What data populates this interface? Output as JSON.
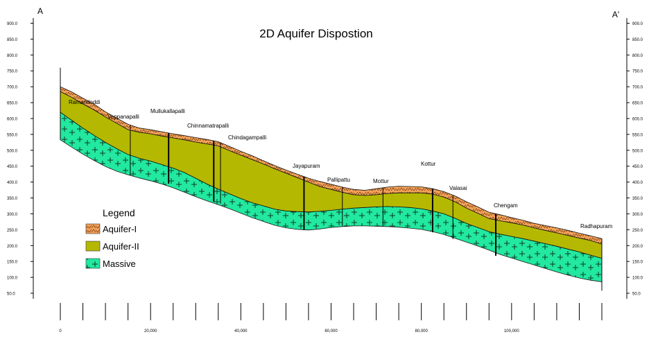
{
  "title": "2D Aquifer Dispostion",
  "section_start": "A",
  "section_end": "A'",
  "y_ticks": [
    900,
    850,
    800,
    750,
    700,
    650,
    600,
    550,
    500,
    450,
    400,
    350,
    300,
    250,
    200,
    150,
    100,
    50
  ],
  "y_tick_labels": [
    "900.0",
    "850.0",
    "800.0",
    "750.0",
    "700.0",
    "650.0",
    "600.0",
    "550.0",
    "500.0",
    "450.0",
    "400.0",
    "350.0",
    "300.0",
    "250.0",
    "200.0",
    "150.0",
    "100.0",
    "50.0"
  ],
  "x_ticks": [
    0,
    20000,
    40000,
    60000,
    80000,
    100000
  ],
  "x_tick_labels": [
    "0",
    "20,000",
    "40,000",
    "60,000",
    "80,000",
    "100,000"
  ],
  "legend": {
    "title": "Legend",
    "items": [
      {
        "label": "Aquifer-I",
        "color": "#f3a35a"
      },
      {
        "label": "Aquifer-II",
        "color": "#b5b800"
      },
      {
        "label": "Massive",
        "color": "#22e8a0"
      }
    ]
  },
  "colors": {
    "aquifer1": "#f3a35a",
    "aquifer2": "#b5b800",
    "massive": "#22e8a0",
    "massive_mark": "#0d3a24",
    "outline": "#000000"
  },
  "profile": {
    "x": [
      0,
      2500,
      5000,
      7500,
      10000,
      12500,
      15000,
      17500,
      20000,
      22500,
      25000,
      27500,
      30000,
      32500,
      35000,
      37500,
      40000,
      42500,
      45000,
      47500,
      50000,
      52500,
      55000,
      57500,
      60000,
      62500,
      65000,
      67500,
      70000,
      72500,
      75000,
      77500,
      80000,
      82500,
      85000,
      87500,
      90000,
      92500,
      95000,
      97500,
      100000,
      102500,
      105000,
      107500,
      110000,
      112500,
      115000,
      117500,
      120000
    ],
    "top": [
      700,
      684,
      664,
      645,
      621,
      601,
      582,
      570,
      565,
      558,
      552,
      546,
      540,
      534,
      527,
      512,
      497,
      483,
      467,
      452,
      438,
      425,
      412,
      402,
      393,
      384,
      377,
      374,
      379,
      384,
      387,
      386,
      385,
      379,
      370,
      356,
      338,
      322,
      305,
      297,
      288,
      280,
      270,
      263,
      256,
      248,
      239,
      231,
      222
    ],
    "aquifer1_base": [
      685,
      667,
      646,
      627,
      605,
      585,
      565,
      557,
      552,
      545,
      539,
      533,
      526,
      520,
      514,
      499,
      485,
      471,
      457,
      442,
      428,
      414,
      400,
      386,
      377,
      368,
      360,
      358,
      360,
      364,
      366,
      366,
      366,
      362,
      353,
      338,
      318,
      302,
      285,
      278,
      272,
      265,
      256,
      248,
      240,
      232,
      224,
      216,
      205
    ],
    "aquifer2_base": [
      620,
      595,
      570,
      547,
      525,
      505,
      487,
      475,
      466,
      455,
      444,
      430,
      412,
      394,
      378,
      363,
      348,
      335,
      325,
      315,
      309,
      307,
      306,
      308,
      311,
      315,
      318,
      320,
      322,
      323,
      322,
      320,
      316,
      309,
      300,
      286,
      270,
      257,
      244,
      236,
      229,
      222,
      214,
      206,
      198,
      189,
      180,
      170,
      160
    ],
    "massive_base": [
      533,
      510,
      488,
      468,
      449,
      434,
      423,
      413,
      404,
      394,
      382,
      368,
      354,
      341,
      329,
      316,
      302,
      288,
      276,
      264,
      256,
      251,
      249,
      252,
      257,
      260,
      262,
      262,
      261,
      260,
      258,
      255,
      251,
      244,
      235,
      223,
      211,
      199,
      186,
      172,
      161,
      150,
      139,
      128,
      117,
      107,
      98,
      91,
      86
    ]
  },
  "wells": [
    {
      "name": "Ramandoddi",
      "x": 0,
      "bottom": 533,
      "top_ext": 760
    },
    {
      "name": "Veppanapalli",
      "x": 15500,
      "bottom": 420
    },
    {
      "name": "Mullukallapalli",
      "x": 24000,
      "bottom": 395
    },
    {
      "name": "Chinnamatrapalli",
      "x": 34000,
      "bottom": 338
    },
    {
      "name": "Chindagampalli",
      "x": 35500,
      "bottom": 332
    },
    {
      "name": "Jayapuram",
      "x": 54000,
      "bottom": 249
    },
    {
      "name": "Pallipattu",
      "x": 62500,
      "bottom": 262
    },
    {
      "name": "Mottur",
      "x": 71500,
      "bottom": 261
    },
    {
      "name": "Kottur",
      "x": 82500,
      "bottom": 242
    },
    {
      "name": "Valasai",
      "x": 87000,
      "bottom": 220
    },
    {
      "name": "Chengam",
      "x": 96500,
      "bottom": 168
    },
    {
      "name": "Radhapuram",
      "x": 120000,
      "bottom": 58
    }
  ]
}
